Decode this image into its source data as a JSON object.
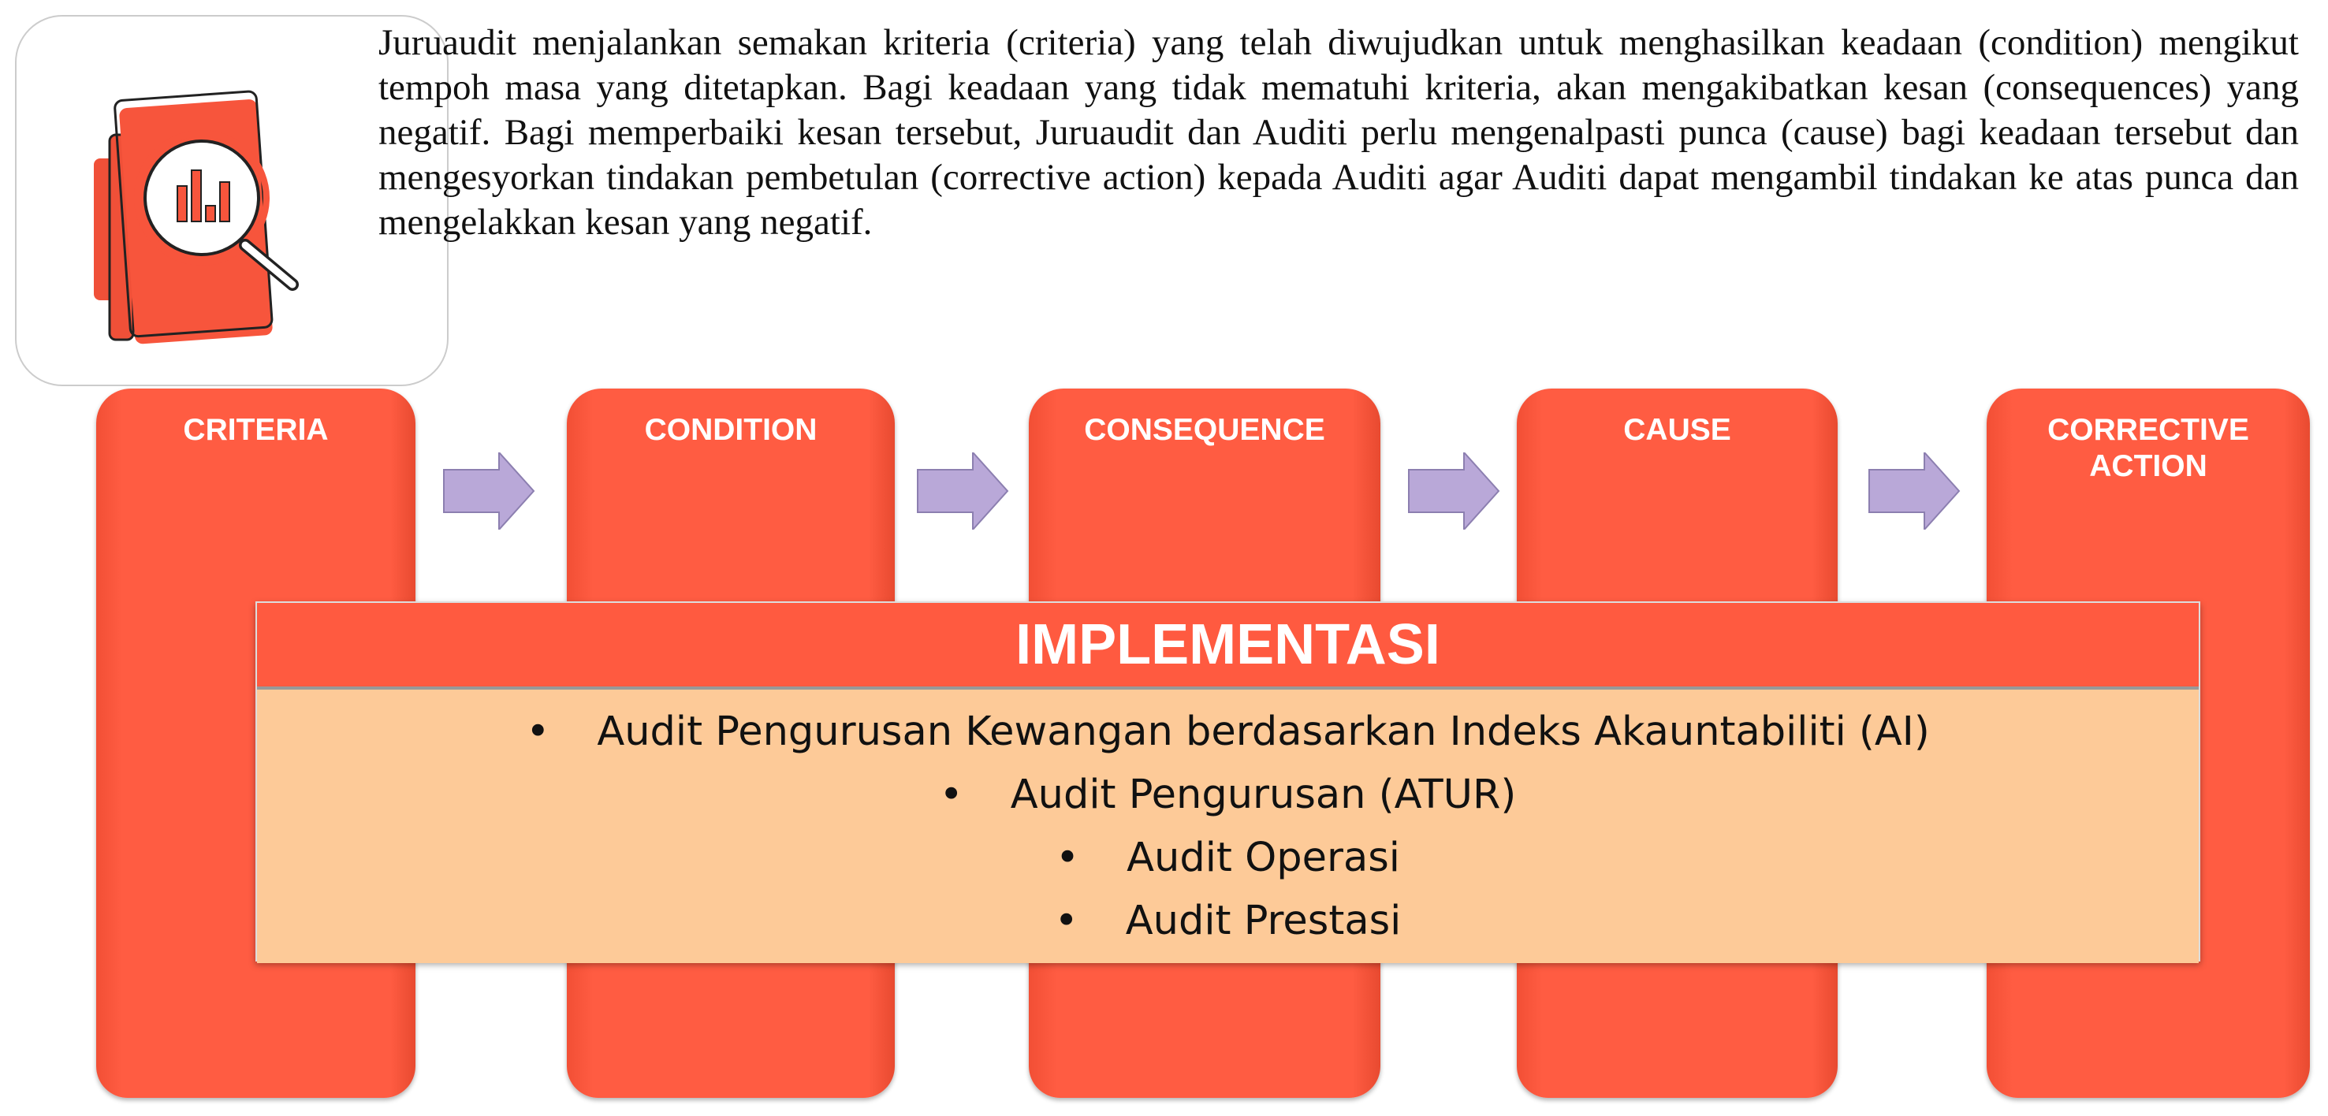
{
  "logo": {
    "icon": "magnifier-over-document-with-bar-chart-icon"
  },
  "intro_paragraph": "Juruaudit menjalankan semakan kriteria (criteria) yang telah diwujudkan untuk menghasilkan keadaan (condition) mengikut tempoh masa yang ditetapkan. Bagi keadaan yang tidak mematuhi kriteria, akan mengakibatkan kesan (consequences) yang negatif. Bagi memperbaiki kesan tersebut, Juruaudit dan Auditi perlu mengenalpasti punca (cause) bagi keadaan tersebut dan mengesyorkan tindakan pembetulan (corrective action) kepada Auditi agar Auditi dapat mengambil tindakan ke atas punca dan mengelakkan kesan yang negatif.",
  "steps": [
    {
      "label": "CRITERIA"
    },
    {
      "label": "CONDITION"
    },
    {
      "label": "CONSEQUENCE"
    },
    {
      "label": "CAUSE"
    },
    {
      "label": "CORRECTIVE ACTION"
    }
  ],
  "implementation": {
    "title": "IMPLEMENTASI",
    "bullet": "•",
    "items": [
      "Audit Pengurusan Kewangan berdasarkan Indeks Akauntabiliti (AI)",
      "Audit Pengurusan (ATUR)",
      "Audit Operasi",
      "Audit Prestasi"
    ]
  },
  "colors": {
    "step_red": "#ff5c42",
    "panel_peach": "#fdca98",
    "arrow_lavender": "#b9a8d8"
  }
}
